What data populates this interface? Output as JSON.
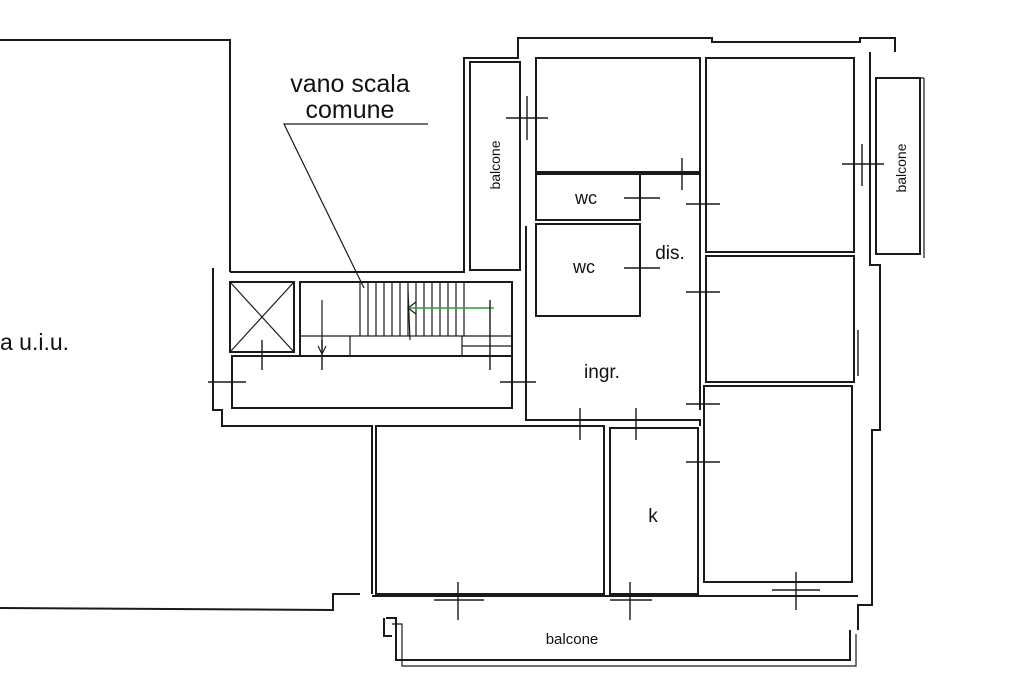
{
  "labels": {
    "stair": [
      "vano scala",
      "comune"
    ],
    "neighbor_unit": "a u.i.u.",
    "balcony_left": "balcone",
    "balcony_right": "balcone",
    "balcony_bottom": "balcone",
    "wc_top": "wc",
    "wc_bottom": "wc",
    "hallway": "dis.",
    "entrance": "ingr.",
    "kitchen": "k"
  },
  "colors": {
    "line": "#1a1a1a",
    "stair_arrow": "#2e9e3a"
  }
}
